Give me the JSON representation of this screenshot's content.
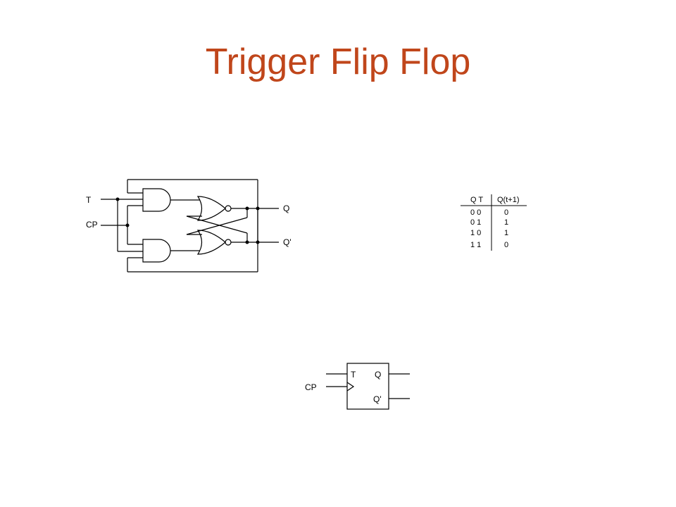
{
  "title": "Trigger Flip Flop",
  "circuit": {
    "input_t": "T",
    "input_cp": "CP",
    "output_q": "Q",
    "output_q_bar": "Q'"
  },
  "truth_table": {
    "headers": [
      "Q T",
      "Q(t+1)"
    ],
    "rows": [
      [
        "0 0",
        "0"
      ],
      [
        "0 1",
        "1"
      ],
      [
        "1 0",
        "1"
      ],
      [
        "1 1",
        "0"
      ]
    ]
  },
  "symbol": {
    "input_t": "T",
    "input_cp": "CP",
    "output_q": "Q",
    "output_q_bar": "Q'"
  }
}
